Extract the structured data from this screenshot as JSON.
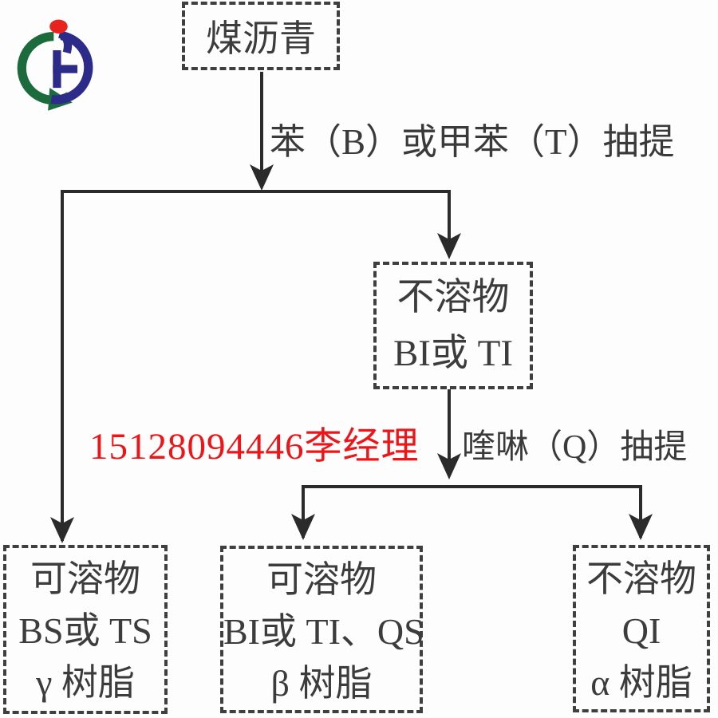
{
  "diagram": {
    "title_hint": "coal-pitch-extraction-flowchart",
    "nodes": [
      {
        "id": "coal-pitch",
        "lines": [
          "煤沥青"
        ]
      },
      {
        "id": "insoluble-bi-ti",
        "lines": [
          "不溶物",
          "BI或 TI"
        ]
      },
      {
        "id": "soluble-bs-ts",
        "lines": [
          "可溶物",
          "BS或 TS",
          "γ 树脂"
        ]
      },
      {
        "id": "soluble-bi-ti-qs",
        "lines": [
          "可溶物",
          "BI或 TI、QS",
          "β 树脂"
        ]
      },
      {
        "id": "insoluble-qi",
        "lines": [
          "不溶物",
          "QI",
          "α 树脂"
        ]
      }
    ],
    "edge_labels": {
      "benzene": "苯（B）或甲苯（T）抽提",
      "quinoline": "喹啉（Q）抽提"
    },
    "colors": {
      "line": "#2b2b2b",
      "box_border": "#3f3f3f",
      "text": "#3c3c3c"
    }
  },
  "watermark": {
    "text": "15128094446李经理",
    "color": "#ee1417"
  },
  "logo": {
    "name": "company-logo",
    "colors": {
      "green": "#1c6b3c",
      "blue": "#2d2b8a",
      "red": "#e8231d"
    }
  }
}
